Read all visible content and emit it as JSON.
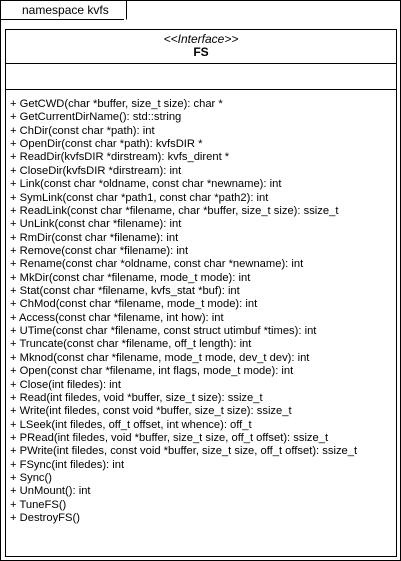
{
  "namespace": {
    "label": "namespace kvfs"
  },
  "class": {
    "stereotype": "<<Interface>>",
    "name": "FS",
    "attributes": [],
    "operations": [
      "+ GetCWD(char *buffer, size_t size): char *",
      "+ GetCurrentDirName(): std::string",
      "+ ChDir(const char *path): int",
      "+ OpenDir(const char *path): kvfsDIR *",
      "+ ReadDir(kvfsDIR *dirstream): kvfs_dirent *",
      "+ CloseDir(kvfsDIR *dirstream): int",
      "+ Link(const char *oldname, const char *newname): int",
      "+ SymLink(const char *path1, const char *path2): int",
      "+ ReadLink(const char *filename, char *buffer, size_t size): ssize_t",
      "+ UnLink(const char *filename): int",
      "+ RmDir(const char *filename): int",
      "+ Remove(const char *filename): int",
      "+ Rename(const char *oldname, const char *newname): int",
      "+ MkDir(const char *filename, mode_t mode): int",
      "+ Stat(const char *filename, kvfs_stat *buf): int",
      "+ ChMod(const char *filename, mode_t mode): int",
      "+ Access(const char *filename, int how): int",
      "+ UTime(const char *filename, const struct utimbuf *times): int",
      "+ Truncate(const char *filename, off_t length): int",
      "+ Mknod(const char *filename, mode_t mode, dev_t dev): int",
      "+ Open(const char *filename, int flags, mode_t mode): int",
      "+ Close(int filedes): int",
      "+ Read(int filedes, void *buffer, size_t size): ssize_t",
      "+ Write(int filedes, const void *buffer, size_t size): ssize_t",
      "+ LSeek(int filedes, off_t offset, int whence): off_t",
      "+ PRead(int filedes, void *buffer, size_t size, off_t offset): ssize_t",
      "+ PWrite(int filedes, const void *buffer, size_t size, off_t offset): ssize_t",
      "+ FSync(int filedes): int",
      "+ Sync()",
      "+ UnMount(): int",
      "+ TuneFS()",
      "+ DestroyFS()"
    ]
  }
}
